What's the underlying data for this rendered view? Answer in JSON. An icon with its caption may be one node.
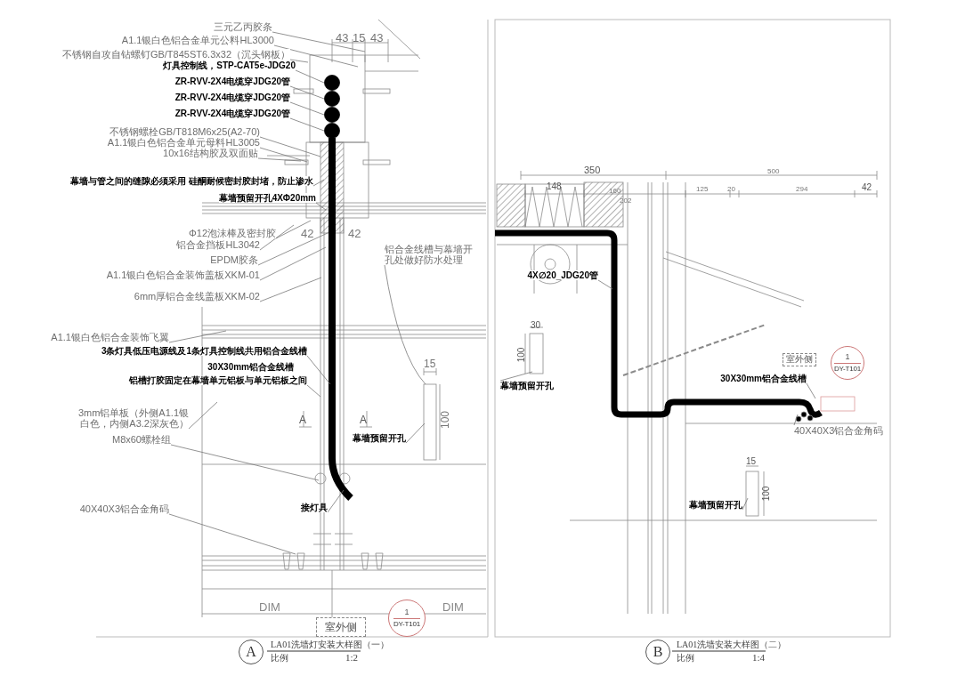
{
  "diagram": {
    "nodes": [
      {
        "text": [
          "三元乙丙胶条"
        ]
      },
      {
        "text": [
          "A1.1银白色铝合金单元公料HL3000"
        ]
      },
      {
        "text": [
          "不锈钢自攻自钻螺钉GB/T845ST6.3x32（沉头钢板）"
        ]
      },
      {
        "text": [
          "灯具控制线，STP-CAT5e-JDG20"
        ]
      },
      {
        "text": [
          "ZR-RVV-2X4电缆穿JDG20管"
        ]
      },
      {
        "text": [
          "ZR-RVV-2X4电缆穿JDG20管"
        ]
      },
      {
        "text": [
          "ZR-RVV-2X4电缆穿JDG20管"
        ]
      },
      {
        "text": [
          "不锈钢螺栓GB/T818M6x25(A2-70)"
        ]
      },
      {
        "text": [
          "A1.1银白色铝合金单元母料HL3005"
        ]
      },
      {
        "text": [
          "10x16结构胶及双面贴"
        ]
      },
      {
        "text": [
          "幕墙与管之间的缝隙必须采用 硅酮耐候密封胶封堵，防止渗水"
        ]
      },
      {
        "text": [
          "幕墙预留开孔4XΦ20mm"
        ]
      },
      {
        "text": [
          "Φ12泡沫棒及密封胶"
        ]
      },
      {
        "text": [
          "铝合金挡板HL3042"
        ]
      },
      {
        "text": [
          "EPDM胶条"
        ]
      },
      {
        "text": [
          "A1.1银白色铝合金装饰盖板XKM-01"
        ]
      },
      {
        "text": [
          "6mm厚铝合金线盖板XKM-02"
        ]
      },
      {
        "text": [
          "A1.1银白色铝合金装饰飞翼"
        ]
      },
      {
        "text": [
          "3条灯具低压电源线及1条灯具控制线共用铝合金线槽"
        ]
      },
      {
        "text": [
          "30X30mm铝合金线槽"
        ]
      },
      {
        "text": [
          "铝槽打胶固定在幕墙单元铝板与单元铝板之间"
        ]
      },
      {
        "text": [
          "3mm铝单板（外侧A1.1银白色，内侧A3.2深灰色）"
        ]
      },
      {
        "text": [
          "M8x60螺栓组"
        ]
      },
      {
        "text": [
          "接灯具"
        ]
      },
      {
        "text": [
          "40X40X3铝合金角码"
        ]
      },
      {
        "text": [
          "幕墙预留开孔"
        ]
      },
      {
        "text": [
          "铝合金线槽与幕墙开孔处做好防水处理"
        ]
      },
      {
        "text": [
          "室外侧"
        ]
      },
      {
        "text": [
          "1",
          "DY-T101"
        ]
      },
      {
        "text": [
          "A"
        ]
      },
      {
        "text": [
          "4X∅20_JDG20管"
        ]
      },
      {
        "text": [
          "幕墙预留开孔"
        ]
      },
      {
        "text": [
          "室外侧"
        ]
      },
      {
        "text": [
          "1",
          "DY-T101"
        ]
      },
      {
        "text": [
          "30X30mm铝合金线槽"
        ]
      },
      {
        "text": [
          "40X40X3铝合金角码"
        ]
      },
      {
        "text": [
          "幕墙预留开孔"
        ]
      },
      {
        "text": [
          "B"
        ]
      }
    ],
    "edges": [
      {
        "from": 0,
        "to": null,
        "arrow": "none"
      },
      {
        "from": 1,
        "to": null,
        "arrow": "none"
      },
      {
        "from": 2,
        "to": null,
        "arrow": "none"
      },
      {
        "from": 3,
        "to": null,
        "arrow": "none"
      },
      {
        "from": 4,
        "to": null,
        "arrow": "none"
      },
      {
        "from": 5,
        "to": null,
        "arrow": "none"
      },
      {
        "from": 6,
        "to": null,
        "arrow": "none"
      },
      {
        "from": 7,
        "to": null,
        "arrow": "none"
      },
      {
        "from": 8,
        "to": null,
        "arrow": "none"
      },
      {
        "from": 9,
        "to": null,
        "arrow": "none"
      },
      {
        "from": 10,
        "to": null,
        "arrow": "none"
      },
      {
        "from": 11,
        "to": null,
        "arrow": "none"
      },
      {
        "from": 12,
        "to": null,
        "arrow": "none"
      },
      {
        "from": 13,
        "to": null,
        "arrow": "none"
      },
      {
        "from": 14,
        "to": null,
        "arrow": "none"
      },
      {
        "from": 15,
        "to": null,
        "arrow": "none"
      },
      {
        "from": 16,
        "to": null,
        "arrow": "none"
      },
      {
        "from": 17,
        "to": null,
        "arrow": "none"
      },
      {
        "from": 18,
        "to": null,
        "arrow": "none"
      },
      {
        "from": 20,
        "to": null,
        "arrow": "none"
      },
      {
        "from": 21,
        "to": null,
        "arrow": "none"
      },
      {
        "from": 22,
        "to": null,
        "arrow": "none"
      },
      {
        "from": 23,
        "to": null,
        "arrow": "none"
      },
      {
        "from": 24,
        "to": null,
        "arrow": "none"
      },
      {
        "from": 25,
        "to": null,
        "arrow": "none"
      },
      {
        "from": 26,
        "to": null,
        "arrow": "none"
      },
      {
        "from": 30,
        "to": null,
        "arrow": "none"
      },
      {
        "from": 31,
        "to": null,
        "arrow": "none"
      },
      {
        "from": 34,
        "to": null,
        "arrow": "none"
      },
      {
        "from": 35,
        "to": null,
        "arrow": "none"
      },
      {
        "from": 36,
        "to": null,
        "arrow": "none"
      }
    ],
    "labels": [
      "43",
      "15",
      "43",
      "42",
      "42",
      "15",
      "100",
      "A",
      "A",
      "DIM",
      "DIM",
      "LA01洗墙灯安装大样图（一）",
      "比例",
      "1:2",
      "350",
      "148",
      "160",
      "202",
      "500",
      "125",
      "20",
      "294",
      "42",
      "30",
      "100",
      "15",
      "100",
      "LA01洗墙安装大样图（二）",
      "比例",
      "1:4"
    ]
  }
}
